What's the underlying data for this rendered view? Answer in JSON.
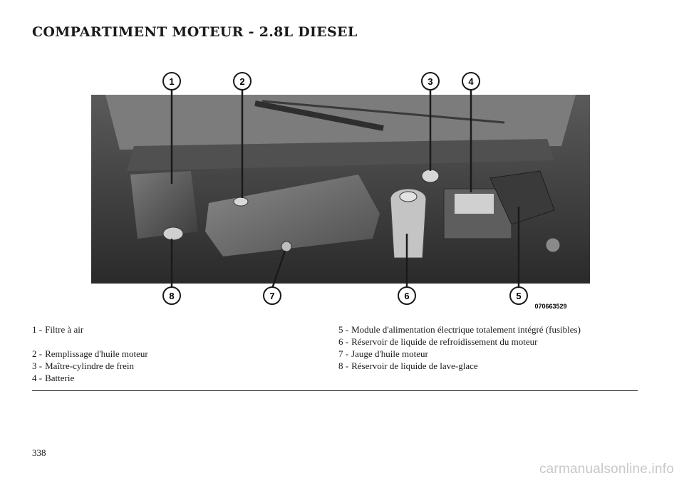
{
  "page": {
    "title": "COMPARTIMENT MOTEUR - 2.8L DIESEL",
    "page_number": "338",
    "watermark": "carmanualsonline.info"
  },
  "figure": {
    "code": "070663529",
    "callouts": [
      "1",
      "2",
      "3",
      "4",
      "5",
      "6",
      "7",
      "8"
    ],
    "colors": {
      "engine_dark": "#3a3a3a",
      "engine_mid": "#6e6e6e",
      "engine_light": "#9a9a9a",
      "callout": "#1a1a1a"
    }
  },
  "legend": {
    "left": [
      {
        "num": "1 -",
        "text": "Filtre à air"
      },
      {
        "num": "2 -",
        "text": "Remplissage d'huile moteur"
      },
      {
        "num": "3 -",
        "text": "Maître-cylindre de frein"
      },
      {
        "num": "4 -",
        "text": "Batterie"
      }
    ],
    "right": [
      {
        "num": "5 -",
        "text": "Module d'alimentation électrique totalement intégré (fusibles)"
      },
      {
        "num": "6 -",
        "text": "Réservoir de liquide de refroidissement du moteur"
      },
      {
        "num": "7 -",
        "text": "Jauge d'huile moteur"
      },
      {
        "num": "8 -",
        "text": "Réservoir de liquide de lave-glace"
      }
    ]
  }
}
